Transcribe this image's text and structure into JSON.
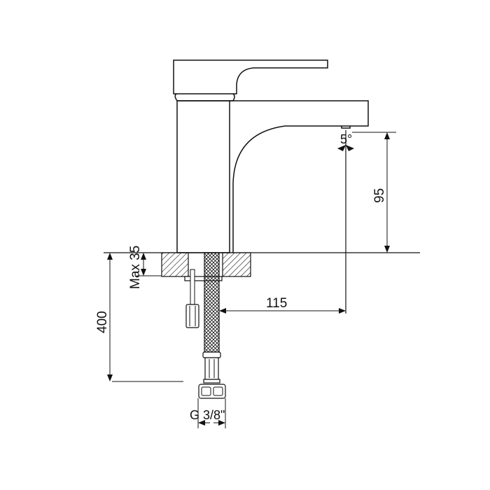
{
  "drawing": {
    "subject": "Single-lever basin mixer tap — side elevation with dimensions",
    "stroke_color": "#111111",
    "background": "#ffffff"
  },
  "dimensions": {
    "spout_height": "95",
    "spout_reach": "115",
    "hose_length": "400",
    "max_deck_thickness": "Max 35",
    "spout_angle": "5°",
    "connection_thread": "G 3/8\""
  }
}
